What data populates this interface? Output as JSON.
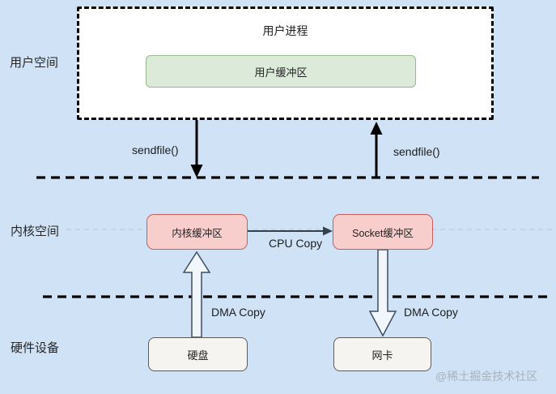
{
  "layers": {
    "user_space_label": "用户空间",
    "kernel_space_label": "内核空间",
    "hardware_label": "硬件设备"
  },
  "nodes": {
    "user_process": "用户进程",
    "user_buffer": "用户缓冲区",
    "kernel_buffer": "内核缓冲区",
    "socket_buffer": "Socket缓冲区",
    "disk": "硬盘",
    "nic": "网卡"
  },
  "edges": {
    "sendfile_call": "sendfile()",
    "sendfile_return": "sendfile()",
    "cpu_copy": "CPU Copy",
    "dma_copy_disk_to_kernel": "DMA Copy",
    "dma_copy_socket_to_nic": "DMA Copy"
  },
  "watermark": "@稀土掘金技术社区",
  "colors": {
    "background": "#cfe2f6",
    "user_process_fill": "#ffffff",
    "user_buffer_fill": "#dcead9",
    "user_buffer_border": "#97b98b",
    "kernel_buffer_fill": "#f8cecc",
    "kernel_buffer_border": "#c4615d",
    "device_fill": "#f5f4f1",
    "device_border": "#5a5a5a",
    "solid_arrow": "#000000",
    "cpu_copy_arrow": "#33404f",
    "hollow_arrow_stroke": "#3f4d5e",
    "hollow_arrow_fill": "#f0f6fc",
    "separator": "#000000",
    "faint_guide_line": "#aebdd0",
    "watermark_color": "#a9b3bd"
  }
}
